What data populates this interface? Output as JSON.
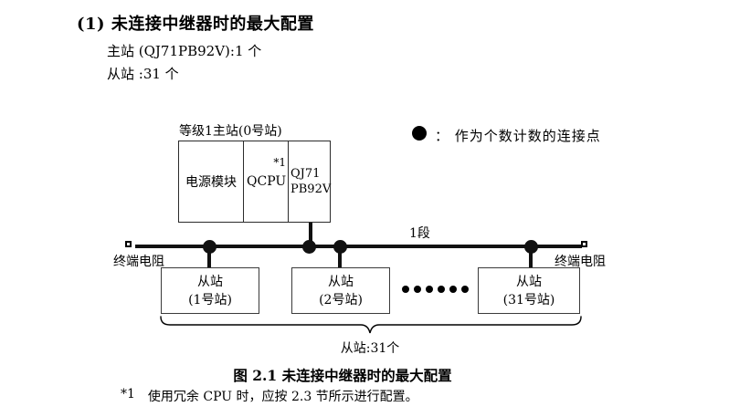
{
  "colors": {
    "ink": "#000000",
    "background": "#ffffff"
  },
  "header": {
    "numbered_heading": "(1) 未连接中继器时的最大配置",
    "master_line": "主站 (QJ71PB92V):1 个",
    "slave_line": "从站 :31 个"
  },
  "legend": {
    "icon": "filled-circle",
    "text": "：  作为个数计数的连接点"
  },
  "diagram": {
    "master_label": "等级1主站(0号站)",
    "master_cells": {
      "power": "电源模块",
      "cpu": "QCPU",
      "cpu_note": "*1",
      "module_line1": "QJ71",
      "module_line2": "PB92V"
    },
    "segment_label": "1段",
    "terminator_left_label": "终端电阻",
    "terminator_right_label": "终端电阻",
    "slaves": [
      {
        "line1": "从站",
        "line2": "(1号站)"
      },
      {
        "line1": "从站",
        "line2": "(2号站)"
      },
      {
        "line1": "从站",
        "line2": "(31号站)"
      }
    ],
    "brace_label": "从站:31个"
  },
  "caption": "图 2.1 未连接中继器时的最大配置",
  "footnote": {
    "marker": "*1",
    "text": "使用冗余 CPU 时，应按 2.3 节所示进行配置。"
  }
}
